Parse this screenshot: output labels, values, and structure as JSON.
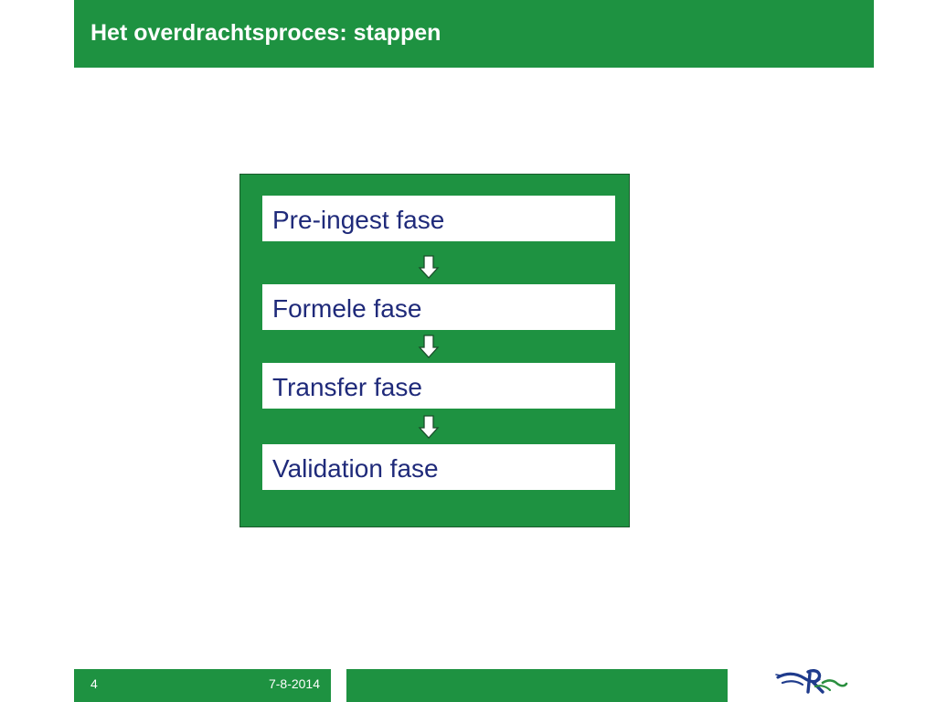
{
  "slide": {
    "title": "Het overdrachtsproces: stappen"
  },
  "diagram": {
    "steps": [
      {
        "label": "Pre-ingest fase"
      },
      {
        "label": "Formele fase"
      },
      {
        "label": "Transfer fase"
      },
      {
        "label": "Validation fase"
      }
    ],
    "arrow_icon": "down-arrow-icon"
  },
  "footer": {
    "page_number": "4",
    "date": "7-8-2014"
  },
  "colors": {
    "brand_green": "#1e9241",
    "step_text": "#1f2a7a",
    "logo_blue": "#1f3b8c",
    "logo_green": "#2b8f3f"
  }
}
